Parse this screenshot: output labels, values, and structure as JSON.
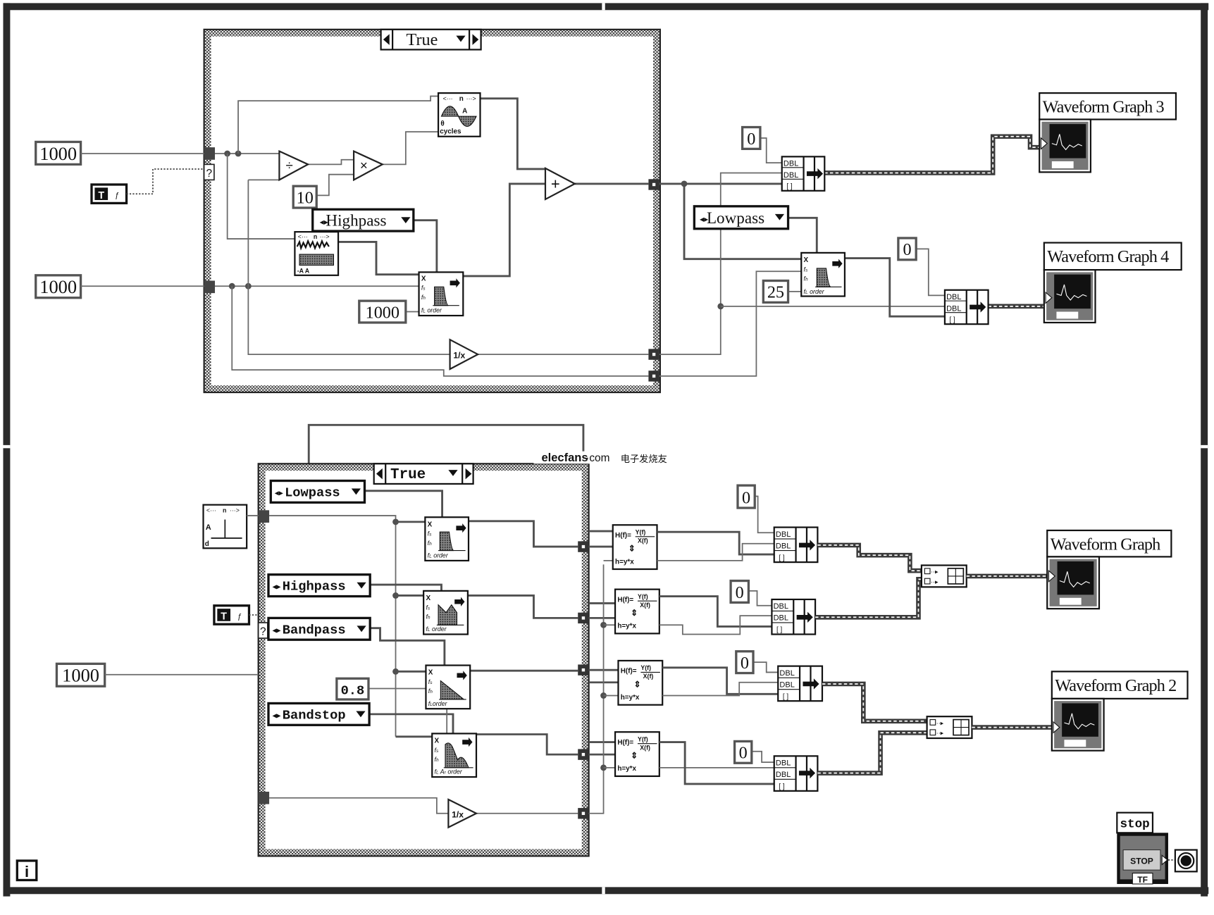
{
  "window": {
    "type": "LabVIEW block diagram",
    "loop": "while-loop"
  },
  "watermark": {
    "brand": "elecfans",
    "suffix": "·com",
    "cn": "电子发烧友",
    "color": "#cc1f1f"
  },
  "top_case": {
    "selector": "True",
    "inputs": {
      "samples_const": "1000",
      "rate_const": "1000",
      "divisor_const": "10",
      "order_const": "1000"
    },
    "filter_type": "Highpass",
    "operators": {
      "divide": "÷",
      "multiply": "×",
      "add": "+",
      "reciprocal": "1/x"
    },
    "sine_block": {
      "top": "n",
      "amp": "A",
      "phase": "θ",
      "cycles": "cycles"
    },
    "noise_block": {
      "top": "n",
      "labels": "-A  A"
    },
    "filter_block": {
      "in1": "X",
      "in2": "fs",
      "in3": "fh",
      "in4": "fl",
      "order": "order"
    }
  },
  "top_right": {
    "filter_type": "Lowpass",
    "cutoff_const": "25",
    "zero_consts": [
      "0",
      "0"
    ],
    "bundle_rows": [
      "DBL",
      "DBL",
      "[ ]"
    ],
    "graphs": [
      "Waveform Graph 3",
      "Waveform Graph 4"
    ]
  },
  "bottom_case": {
    "selector": "True",
    "samples_const": "1000",
    "bandwidth_const": "0.8",
    "filter_types": [
      "Lowpass",
      "Highpass",
      "Bandpass",
      "Bandstop"
    ],
    "impulse_block": {
      "top": "n",
      "amp": "A",
      "delay": "d"
    },
    "reciprocal": "1/x",
    "transfer_block": {
      "line1": "H(f)=Y(f)/X(f)",
      "line2": "hn=yn*xn"
    }
  },
  "bottom_right": {
    "zero_consts": [
      "0",
      "0",
      "0",
      "0"
    ],
    "bundle_rows": [
      "DBL",
      "DBL",
      "[ ]"
    ],
    "graphs": [
      "Waveform Graph",
      "Waveform Graph 2"
    ]
  },
  "stop": {
    "label": "stop",
    "button": "STOP",
    "terminal": "TF"
  },
  "iteration": {
    "label": "i"
  },
  "bool_const": {
    "label": "T"
  },
  "case_terminal": {
    "label": "?"
  }
}
